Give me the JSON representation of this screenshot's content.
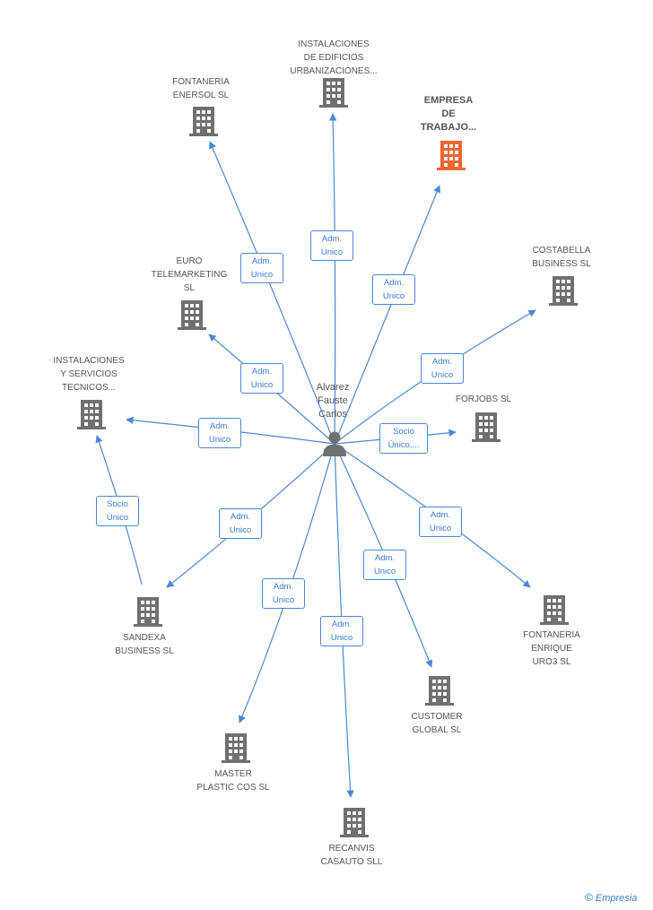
{
  "center": {
    "name": "Alvarez\nFauste\nCarlos",
    "icon": "person-icon"
  },
  "nodes": [
    {
      "id": "instalaciones-edificios",
      "label": "INSTALACIONES\nDE EDIFICIOS\nURBANIZACIONES...",
      "icon": "building-icon",
      "edge": "Adm.\nUnico"
    },
    {
      "id": "fontaneria-enersol",
      "label": "FONTANERIA\nENERSOL SL",
      "icon": "building-icon",
      "edge": "Adm.\nUnico"
    },
    {
      "id": "empresa-trabajo",
      "label": "EMPRESA\nDE\nTRABAJO...",
      "icon": "building-icon",
      "edge": "Adm.\nUnico",
      "focus": true
    },
    {
      "id": "costabella",
      "label": "COSTABELLA\nBUSINESS SL",
      "icon": "building-icon",
      "edge": "Adm.\nUnico"
    },
    {
      "id": "euro-telemarketing",
      "label": "EURO\nTELEMARKETING\nSL",
      "icon": "building-icon",
      "edge": "Adm.\nUnico"
    },
    {
      "id": "forjobs",
      "label": "FORJOBS SL",
      "icon": "building-icon",
      "edge": "Socio\nÚnico,..."
    },
    {
      "id": "instalaciones-servicios",
      "label": "INSTALACIONES\nY SERVICIOS\nTECNICOS...",
      "icon": "building-icon",
      "edge": "Adm.\nUnico"
    },
    {
      "id": "sandexa",
      "label": "SANDEXA\nBUSINESS SL",
      "icon": "building-icon",
      "edge": "Adm.\nUnico"
    },
    {
      "id": "fontaneria-enrique",
      "label": "FONTANERIA\nENRIQUE\nURO3 SL",
      "icon": "building-icon",
      "edge": "Adm.\nUnico"
    },
    {
      "id": "customer-global",
      "label": "CUSTOMER\nGLOBAL  SL",
      "icon": "building-icon",
      "edge": "Adm.\nUnico"
    },
    {
      "id": "master-plastic",
      "label": "MASTER\nPLASTIC COS SL",
      "icon": "building-icon",
      "edge": "Adm.\nUnico"
    },
    {
      "id": "recanvis",
      "label": "RECANVIS\nCASAUTO SLL",
      "icon": "building-icon",
      "edge": "Adm.\nUnico"
    }
  ],
  "secondary_edges": [
    {
      "from": "sandexa",
      "to": "instalaciones-servicios",
      "label": "Socio\nÚnico"
    }
  ],
  "colors": {
    "edge": "#4a87d6",
    "node": "#707070",
    "focus": "#f26430",
    "label_text": "#555555"
  },
  "footer": {
    "copyright": "©",
    "brand": "Empresia"
  }
}
